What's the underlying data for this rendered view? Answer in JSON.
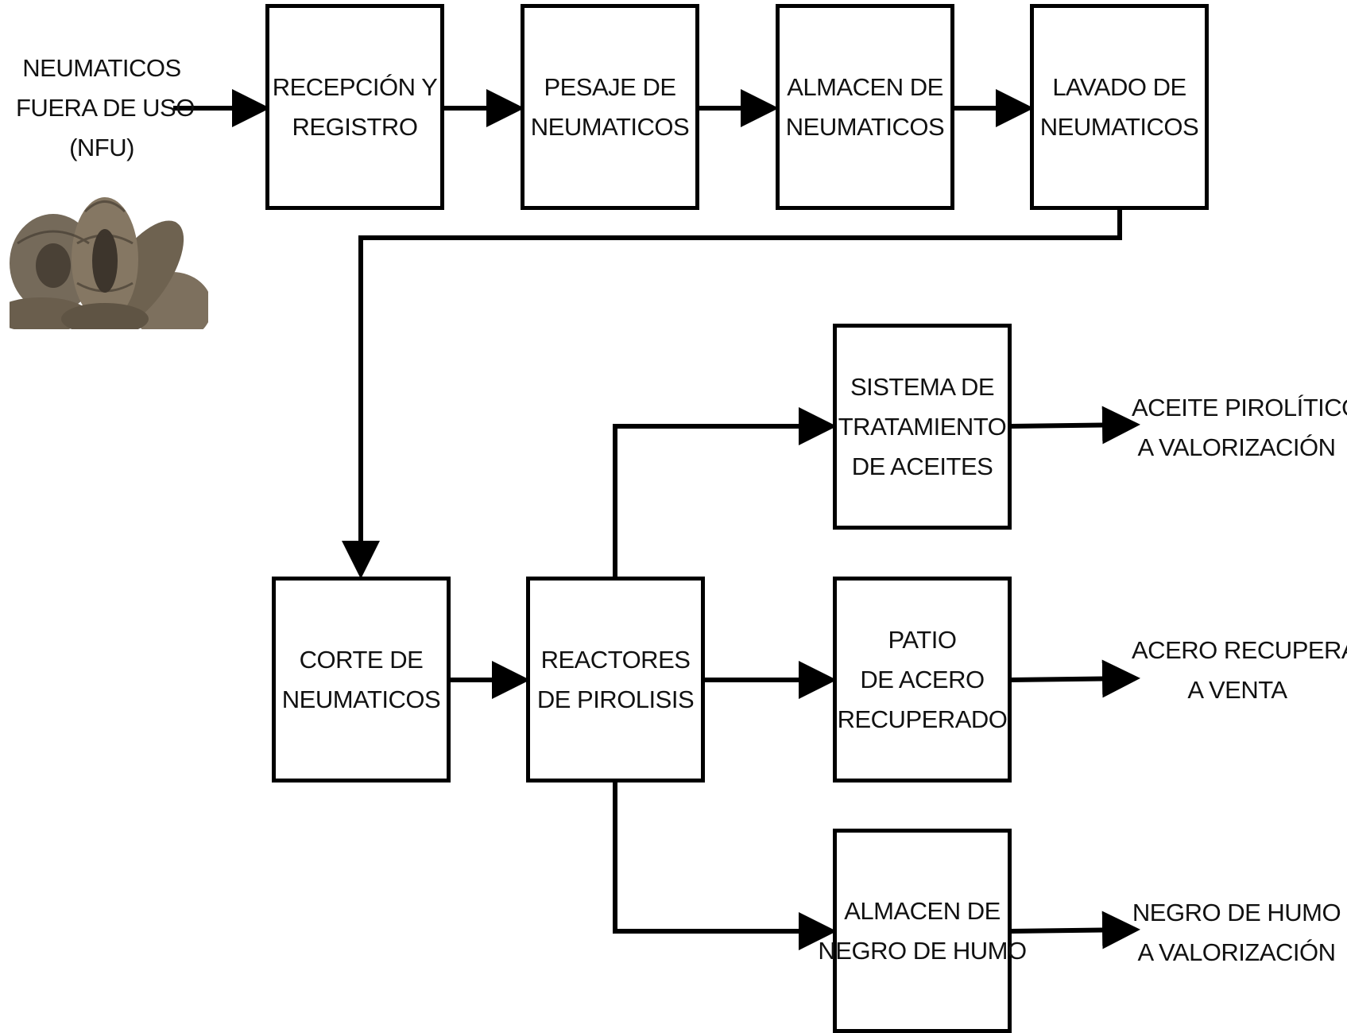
{
  "input": {
    "lines": [
      "NEUMATICOS",
      "FUERA DE USO",
      "(NFU)"
    ],
    "image_icon": "tire-pile-photo"
  },
  "boxes": {
    "recepcion": [
      "RECEPCIÓN Y",
      "REGISTRO"
    ],
    "pesaje": [
      "PESAJE DE",
      "NEUMATICOS"
    ],
    "almacen": [
      "ALMACEN DE",
      "NEUMATICOS"
    ],
    "lavado": [
      "LAVADO DE",
      "NEUMATICOS"
    ],
    "corte": [
      "CORTE DE",
      "NEUMATICOS"
    ],
    "reactores": [
      "REACTORES",
      "DE PIROLISIS"
    ],
    "aceites": [
      "SISTEMA DE",
      "TRATAMIENTO",
      "DE ACEITES"
    ],
    "acero": [
      "PATIO",
      "DE ACERO",
      "RECUPERADO"
    ],
    "negro": [
      "ALMACEN DE",
      "NEGRO DE HUMO"
    ]
  },
  "outputs": {
    "aceite": [
      "ACEITE PIROLÍTICO",
      "A VALORIZACIÓN"
    ],
    "acero": [
      "ACERO RECUPERADO",
      "A VENTA"
    ],
    "negro": [
      "NEGRO DE HUMO",
      "A VALORIZACIÓN"
    ]
  },
  "colors": {
    "stroke": "#000000",
    "background": "#ffffff",
    "tire": "#6b5f4f"
  }
}
